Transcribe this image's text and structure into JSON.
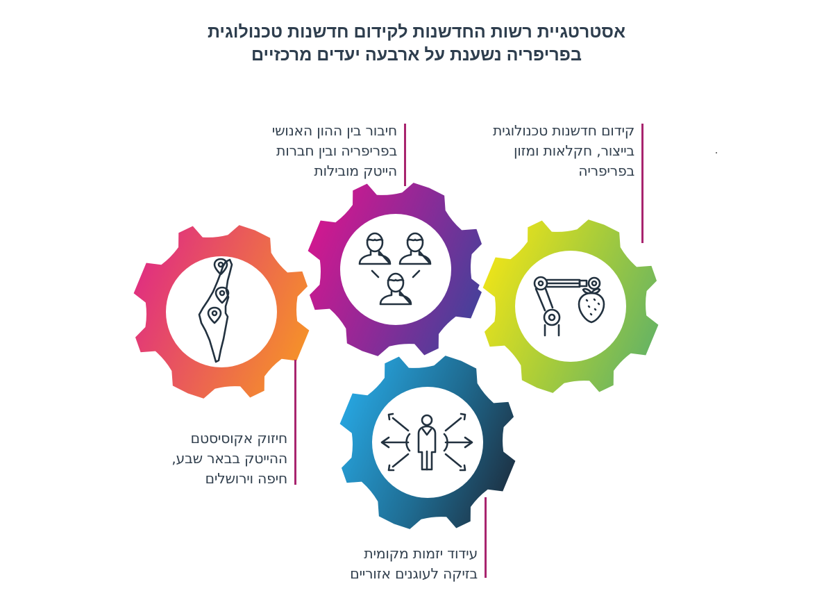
{
  "title": {
    "line1": "אסטרטגיית רשות החדשנות לקידום חדשנות טכנולוגית",
    "line2": "בפריפריה נשענת על ארבעה יעדים מרכזיים"
  },
  "goals": [
    {
      "id": "human-capital",
      "icon": "people-network-icon",
      "lines": [
        "חיבור בין ההון האנושי",
        "בפריפריה ובין חברות",
        "הייטק מובילות"
      ],
      "gradient": [
        "#cc1b8e",
        "#4a3f98"
      ]
    },
    {
      "id": "tech-innovation",
      "icon": "robot-arm-strawberry-icon",
      "lines": [
        "קידום חדשנות טכנולוגית",
        "בייצור, חקלאות ומזון",
        "בפריפריה"
      ],
      "gradient": [
        "#e6e31e",
        "#6cb65c"
      ]
    },
    {
      "id": "ecosystem",
      "icon": "israel-map-pins-icon",
      "lines": [
        "חיזוק אקוסיסטם",
        "ההייטק בבאר שבע,",
        "חיפה וירושלים"
      ],
      "gradient": [
        "#e23a7e",
        "#f58a2a"
      ]
    },
    {
      "id": "entrepreneurship",
      "icon": "person-arrows-icon",
      "lines": [
        "עידוד יזמות מקומית",
        "בזיקה לעוגנים אזוריים"
      ],
      "gradient": [
        "#28a2dc",
        "#1f3a52"
      ]
    }
  ],
  "colors": {
    "callout_line": "#a8246e",
    "text": "#2e3e4e",
    "icon_stroke": "#22313f"
  }
}
